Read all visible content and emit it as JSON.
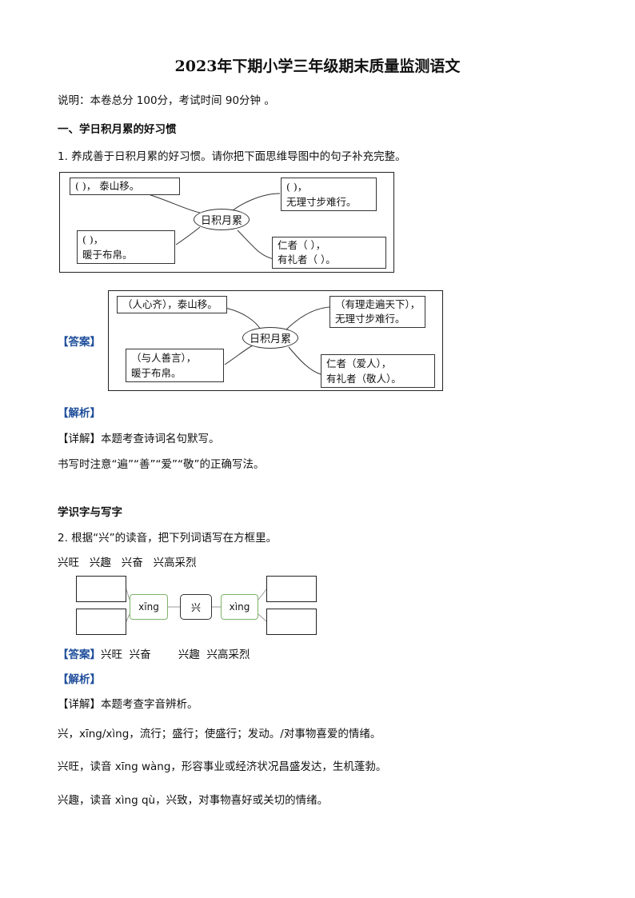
{
  "title": "2023年下期小学三年级期末质量监测语文",
  "note": "说明：本卷总分 100分，考试时间 90分钟 。",
  "section1": {
    "heading": "一、学日积月累的好习惯",
    "q1_text": "1.  养成善于日积月累的好习惯。请你把下面思维导图中的句子补充完整。",
    "map_blank": {
      "center": "日积月累",
      "box_tl": "(        )， 泰山移。",
      "box_tr_1": "(                )，",
      "box_tr_2": "无理寸步难行。",
      "box_bl_1": "(                )，",
      "box_bl_2": "暖于布帛。",
      "box_br_1": "仁者（          ），",
      "box_br_2": "有礼者（          ）。"
    },
    "answer_label": "【答案】",
    "map_answer": {
      "center": "日积月累",
      "box_tl_open": "（",
      "box_tl_ans": "人心齐",
      "box_tl_rest": "），泰山移。",
      "box_tr_open": "（",
      "box_tr_ans": "有理走遍天下",
      "box_tr_close": "），",
      "box_tr_2": "无理寸步难行。",
      "box_bl_open": "（",
      "box_bl_ans": "与人善言",
      "box_bl_close": "），",
      "box_bl_2": "暖于布帛。",
      "box_br_1a": "仁者（",
      "box_br_1ans": "爱人",
      "box_br_1b": "），",
      "box_br_2a": "有礼者（",
      "box_br_2ans": "敬人",
      "box_br_2b": "）。"
    },
    "analysis_label": "【解析】",
    "detail": "【详解】本题考查诗词名句默写。",
    "detail2": "书写时注意“遍”“善”“爱”“敬”的正确写法。"
  },
  "section2": {
    "heading": "学识字与写字",
    "q2_text": "2.  根据“兴”的读音，把下列词语写在方框里。",
    "words": "兴旺   兴趣   兴奋   兴高采烈",
    "diagram": {
      "left_pinyin": "xīng",
      "center_char": "兴",
      "right_pinyin": "xìng"
    },
    "answer_label": "【答案】",
    "answer_text": "兴旺  兴奋        兴趣  兴高采烈",
    "analysis_label": "【解析】",
    "detail": "【详解】本题考查字音辨析。",
    "line1": "兴，xīng/xìng，流行；盛行；使盛行；发动。/对事物喜爱的情绪。",
    "line2": "兴旺，读音 xīng wàng，形容事业或经济状况昌盛发达，生机蓬勃。",
    "line3": "兴趣，读音 xìng qù，兴致，对事物喜好或关切的情绪。"
  }
}
